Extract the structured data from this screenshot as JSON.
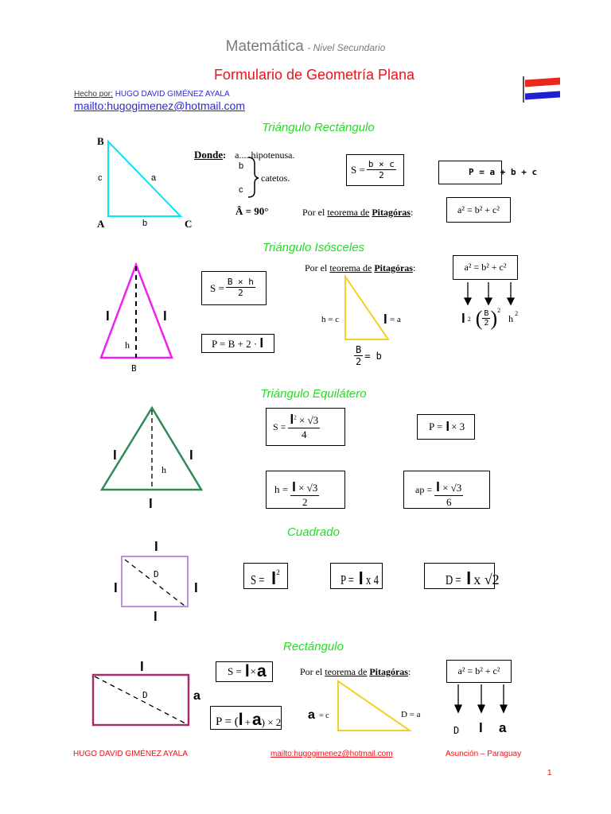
{
  "header": {
    "subject": "Matemática",
    "level": "- Nivel Secundario",
    "title": "Formulario de Geometría Plana",
    "author_label": "Hecho por:",
    "author_name": "HUGO DAVID GIMÉNEZ AYALA",
    "email_link": "mailto:hugogimenez@hotmail.com",
    "flag_icon": "paraguay-flag-icon"
  },
  "colors": {
    "title_red": "#e8141c",
    "section_green": "#22dd22",
    "subject_gray": "#7a7a7a",
    "author_blue": "#2a2ad0",
    "right_triangle": "#00e5ff",
    "isosceles": "#ee22ee",
    "pythagoras_triangle": "#f5d020",
    "equilateral": "#2e8b57",
    "square": "#c090e0",
    "rectangle": "#a0306a"
  },
  "sections": {
    "right_triangle": {
      "title": "Triángulo Rectángulo",
      "vertex_b": "B",
      "vertex_a": "A",
      "vertex_c": "C",
      "side_c": "c",
      "side_a": "a",
      "side_b": "b",
      "where_label": "Donde",
      "where_colon": ":",
      "hypotenuse_def": "a.....hipotenusa.",
      "leg_b": "b",
      "leg_c": "c",
      "legs_def": "catetos.",
      "angle": "Â = 90°",
      "area_lhs": "S =",
      "area_num": "b × c",
      "area_den": "2",
      "perimeter": "P = a + b + c",
      "pythagoras_prefix": "Por el",
      "pythagoras_link": "teorema de",
      "pythagoras_name": "Pitagóras",
      "pythagoras_colon": ":",
      "pythagoras_formula": "a² = b² + c²"
    },
    "isosceles": {
      "title": "Triángulo Isósceles",
      "side_left": "l",
      "side_right": "l",
      "height": "h",
      "base": "B",
      "area_lhs": "S =",
      "area_num": "B × h",
      "area_den": "2",
      "perimeter": "P = B + 2 ·",
      "perimeter_l": "l",
      "pythagoras_prefix": "Por el",
      "pythagoras_link": "teorema de",
      "pythagoras_name": "Pitagóras",
      "pythagoras_colon": ":",
      "pythagoras_formula": "a² = b² + c²",
      "tri_left_label": "h = c",
      "tri_right_l": "l",
      "tri_right_label": "= a",
      "tri_base_num": "B",
      "tri_base_den": "2",
      "tri_base_eq": "= b",
      "map_l": "l",
      "map_l_exp": "2",
      "map_b_num": "B",
      "map_b_den": "2",
      "map_b_exp": "2",
      "map_h": "h",
      "map_h_exp": "2"
    },
    "equilateral": {
      "title": "Triángulo Equilátero",
      "side_left": "l",
      "side_right": "l",
      "side_bottom": "l",
      "height": "h",
      "area_lhs": "S =",
      "area_l": "l",
      "area_exp": "2",
      "area_rest": "× √3",
      "area_den": "4",
      "perimeter_lhs": "P =",
      "perimeter_l": "l",
      "perimeter_rest": "× 3",
      "height_lhs": "h =",
      "height_l": "l",
      "height_rest": "× √3",
      "height_den": "2",
      "apothem_lhs": "ap =",
      "apothem_l": "l",
      "apothem_rest": "× √3",
      "apothem_den": "6"
    },
    "square": {
      "title": "Cuadrado",
      "side_top": "l",
      "side_left": "l",
      "side_right": "l",
      "side_bottom": "l",
      "diagonal": "D",
      "area_lhs": "S =",
      "area_l": "l",
      "area_exp": "2",
      "perimeter_lhs": "P =",
      "perimeter_l": "l",
      "perimeter_rest": "x 4",
      "diagonal_lhs": "D =",
      "diagonal_l": "l",
      "diagonal_rest": "x √2"
    },
    "rectangle": {
      "title": "Rectángulo",
      "side_top": "l",
      "side_right": "a",
      "diagonal": "D",
      "area_lhs": "S =",
      "area_l": "l",
      "area_times": "×",
      "area_a": "a",
      "perimeter_lhs": "P = (",
      "perimeter_l": "l",
      "perimeter_plus": "+",
      "perimeter_a": "a",
      "perimeter_rest": ") × 2",
      "pythagoras_prefix": "Por el",
      "pythagoras_link": "teorema de",
      "pythagoras_name": "Pitagóras",
      "pythagoras_colon": ":",
      "pythagoras_formula": "a² = b² + c²",
      "tri_left_a": "a",
      "tri_left_label": "= c",
      "tri_right_label": "D = a",
      "map_d": "D",
      "map_l": "l",
      "map_a": "a"
    }
  },
  "footer": {
    "author": "HUGO DAVID GIMÉNEZ AYALA",
    "email": "mailto:hugogimenez@hotmail.com",
    "location": "Asunción – Paraguay",
    "page_number": "1"
  }
}
